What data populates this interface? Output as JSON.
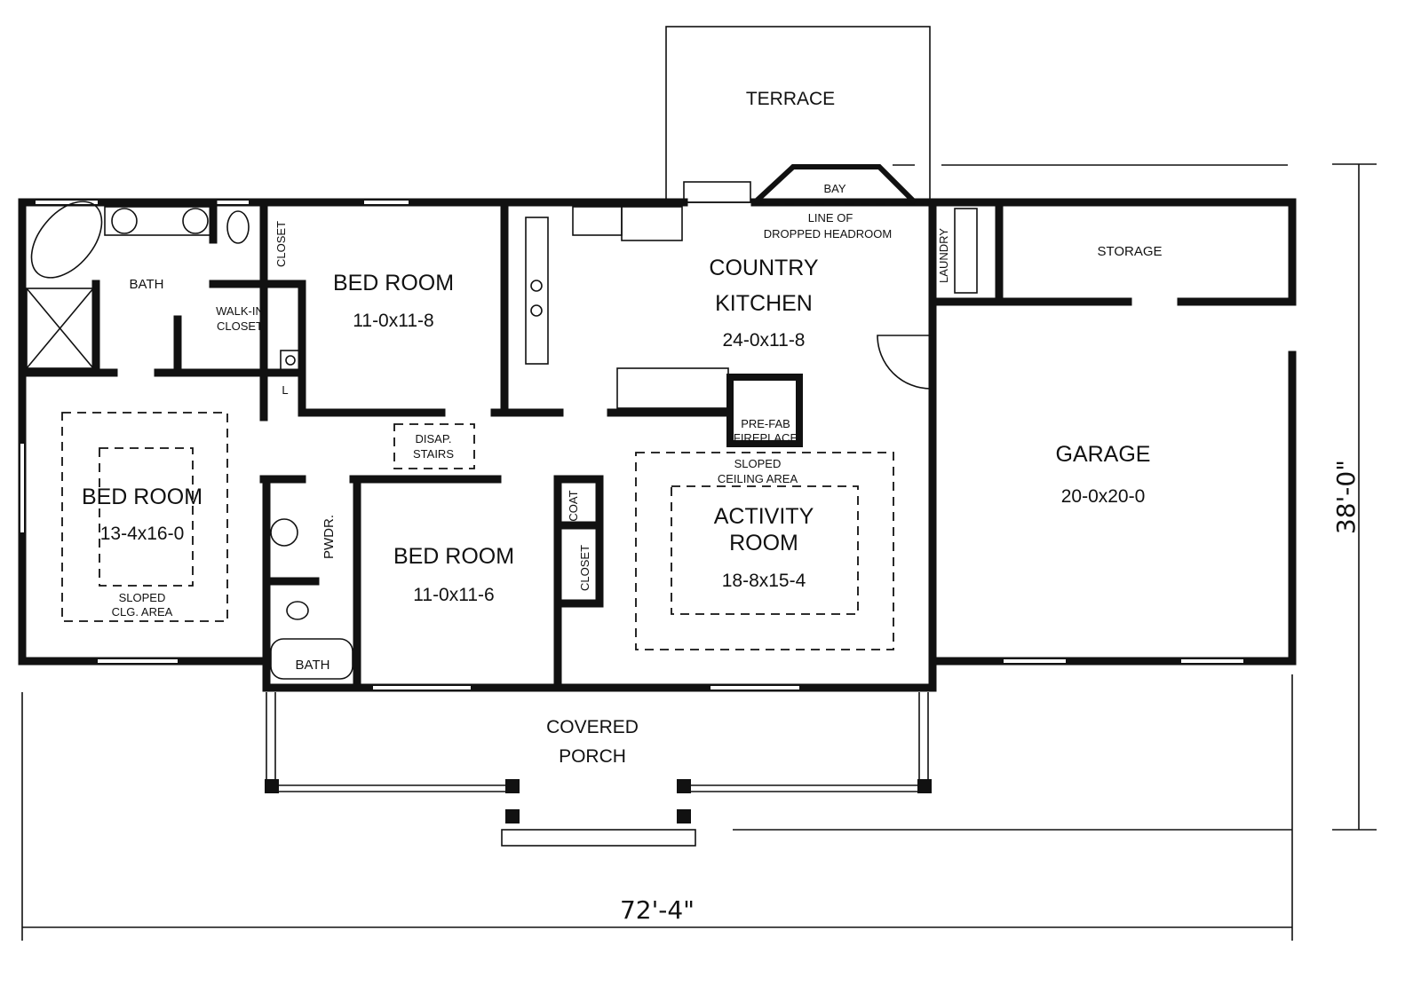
{
  "plan": {
    "terrace": "TERRACE",
    "bay": "BAY",
    "dropped_headroom": [
      "LINE OF",
      "DROPPED HEADROOM"
    ],
    "storage": "STORAGE",
    "laundry": "LAUNDRY",
    "country_kitchen": {
      "name": [
        "COUNTRY",
        "KITCHEN"
      ],
      "size": "24-0x11-8"
    },
    "fireplace": [
      "PRE-FAB",
      "FIREPLACE"
    ],
    "garage": {
      "name": "GARAGE",
      "size": "20-0x20-0"
    },
    "master_bath": "BATH",
    "walk_in_closet": [
      "WALK-IN",
      "CLOSET"
    ],
    "closet_top": "CLOSET",
    "linen": "L",
    "bed_room_1": {
      "name": "BED ROOM",
      "size": "11-0x11-8"
    },
    "bed_room_master": {
      "name": "BED ROOM",
      "size": "13-4x16-0"
    },
    "sloped_clg": [
      "SLOPED",
      "CLG. AREA"
    ],
    "disap_stairs": [
      "DISAP.",
      "STAIRS"
    ],
    "pwdr": "PWDR.",
    "bath_2": "BATH",
    "bed_room_2": {
      "name": "BED ROOM",
      "size": "11-0x11-6"
    },
    "coat": "COAT",
    "closet_mid": "CLOSET",
    "activity_room": {
      "name": [
        "ACTIVITY",
        "ROOM"
      ],
      "size": "18-8x15-4"
    },
    "sloped_ceiling": [
      "SLOPED",
      "CEILING AREA"
    ],
    "covered_porch": [
      "COVERED",
      "PORCH"
    ]
  },
  "dimensions": {
    "width": "72'-4\"",
    "depth": "38'-0\""
  }
}
